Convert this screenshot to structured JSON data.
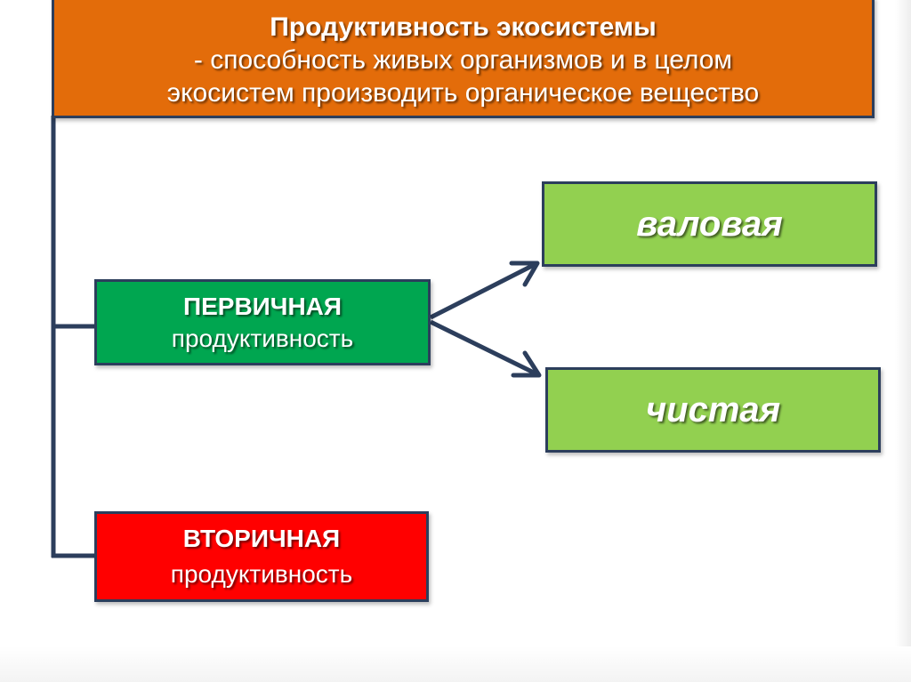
{
  "title": {
    "line1": "Продуктивность экосистемы",
    "line2": "- способность живых организмов и в целом",
    "line3": "экосистем производить органическое вещество"
  },
  "primary": {
    "heading": "ПЕРВИЧНАЯ",
    "subheading": "продуктивность"
  },
  "secondary": {
    "heading": "ВТОРИЧНАЯ",
    "subheading": "продуктивность"
  },
  "gross": {
    "label": "валовая"
  },
  "net": {
    "label": "чистая"
  },
  "colors": {
    "title_fill": "#e36c0a",
    "primary_fill": "#00a650",
    "secondary_fill": "#ff0000",
    "branch_fill": "#92d050",
    "connector": "#2c3e5c"
  }
}
